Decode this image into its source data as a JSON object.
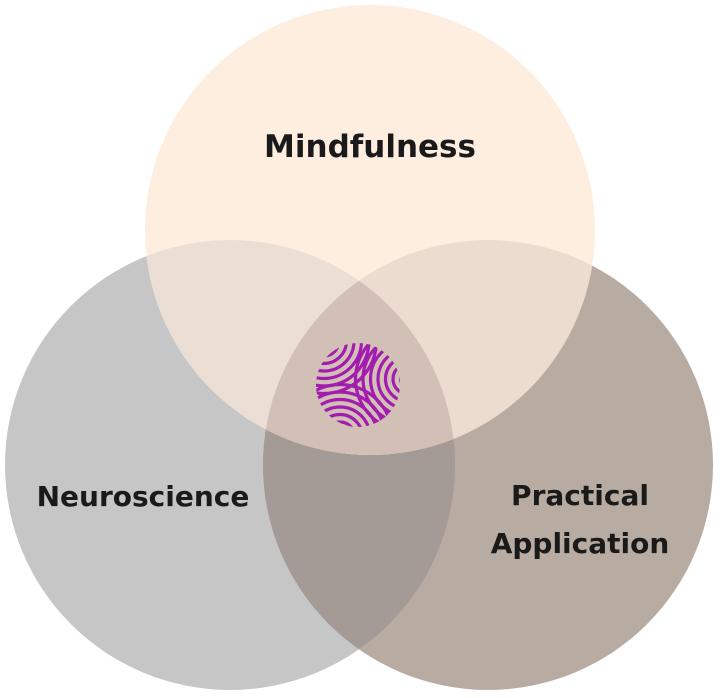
{
  "diagram": {
    "sets": [
      {
        "id": "mindfulness",
        "label": "Mindfulness",
        "color": "#fdeee0"
      },
      {
        "id": "neuroscience",
        "label": "Neuroscience",
        "color": "#c7c6c6"
      },
      {
        "id": "practical",
        "label_lines": [
          "Practical",
          "Application"
        ],
        "color": "#b8aca2"
      }
    ],
    "overlap_colors": {
      "mindfulness_neuroscience": "#ebdfd5",
      "mindfulness_practical": "#ebdccf",
      "neuroscience_practical": "#a59b96",
      "center": "#d2c0b6"
    },
    "center_logo": {
      "icon": "swirl-logo-icon",
      "color": "#a21caf"
    }
  }
}
